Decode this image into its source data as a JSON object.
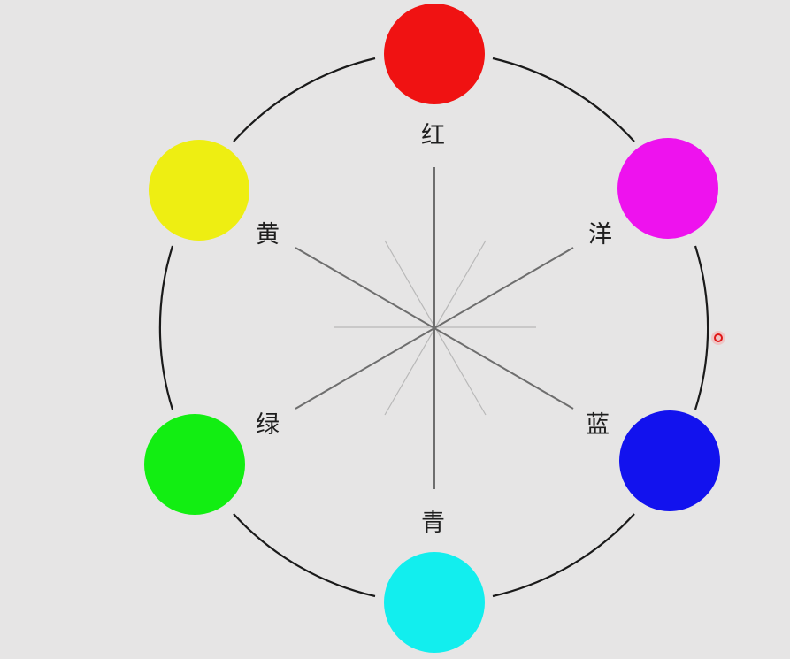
{
  "wheel": {
    "colors": [
      {
        "key": "red",
        "label": "红",
        "hex": "#f01212"
      },
      {
        "key": "magenta",
        "label": "洋",
        "hex": "#ee12ee"
      },
      {
        "key": "blue",
        "label": "蓝",
        "hex": "#1212ee"
      },
      {
        "key": "cyan",
        "label": "青",
        "hex": "#12eeee"
      },
      {
        "key": "green",
        "label": "绿",
        "hex": "#12ee12"
      },
      {
        "key": "yellow",
        "label": "黄",
        "hex": "#eeee12"
      }
    ],
    "ring_color": "#1a1a1a",
    "spoke_color": "#6e6e6e",
    "minor_spoke_color": "#b8b8b8",
    "cursor_color": "#e01818"
  }
}
